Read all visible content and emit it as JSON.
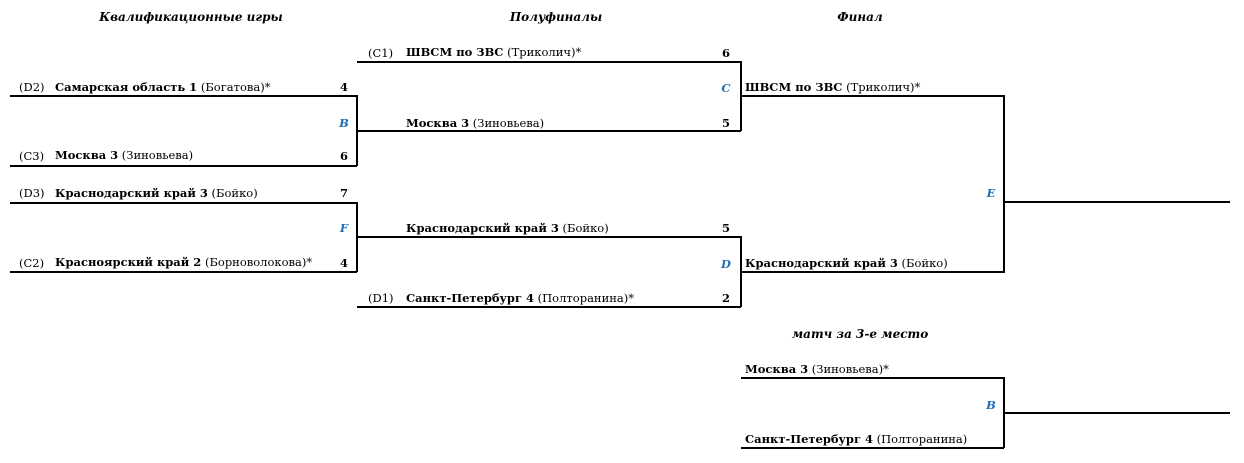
{
  "headers": {
    "qualification": "Квалификационные игры",
    "semifinals": "Полуфиналы",
    "final": "Финал",
    "third_place": "матч за 3-е место"
  },
  "qualification": {
    "match_b": {
      "label": "B",
      "team1": {
        "seed": "(D2)",
        "name": "Самарская область 1",
        "extra": " (Богатова)*",
        "score": "4"
      },
      "team2": {
        "seed": "(C3)",
        "name": "Москва 3",
        "extra": " (Зиновьева)",
        "score": "6"
      }
    },
    "match_f": {
      "label": "F",
      "team1": {
        "seed": "(D3)",
        "name": "Краснодарский край 3",
        "extra": " (Бойко)",
        "score": "7"
      },
      "team2": {
        "seed": "(C2)",
        "name": "Красноярский край 2",
        "extra": " (Борноволокова)*",
        "score": "4"
      }
    }
  },
  "semifinals": {
    "match_c": {
      "label": "C",
      "team1": {
        "seed": "(C1)",
        "name": "ШВСМ по ЗВС",
        "extra": " (Триколич)*",
        "score": "6"
      },
      "team2": {
        "name": "Москва 3",
        "extra": " (Зиновьева)",
        "score": "5"
      }
    },
    "match_d": {
      "label": "D",
      "team1": {
        "name": "Краснодарский край 3",
        "extra": " (Бойко)",
        "score": "5"
      },
      "team2": {
        "seed": "(D1)",
        "name": "Санкт-Петербург 4",
        "extra": " (Полторанина)*",
        "score": "2"
      }
    }
  },
  "final": {
    "label": "E",
    "team1": {
      "name": "ШВСМ по ЗВС",
      "extra": " (Триколич)*"
    },
    "team2": {
      "name": "Краснодарский край 3",
      "extra": " (Бойко)"
    }
  },
  "third_place": {
    "label": "B",
    "team1": {
      "name": "Москва 3",
      "extra": " (Зиновьева)*"
    },
    "team2": {
      "name": "Санкт-Петербург 4",
      "extra": " (Полторанина)"
    }
  }
}
